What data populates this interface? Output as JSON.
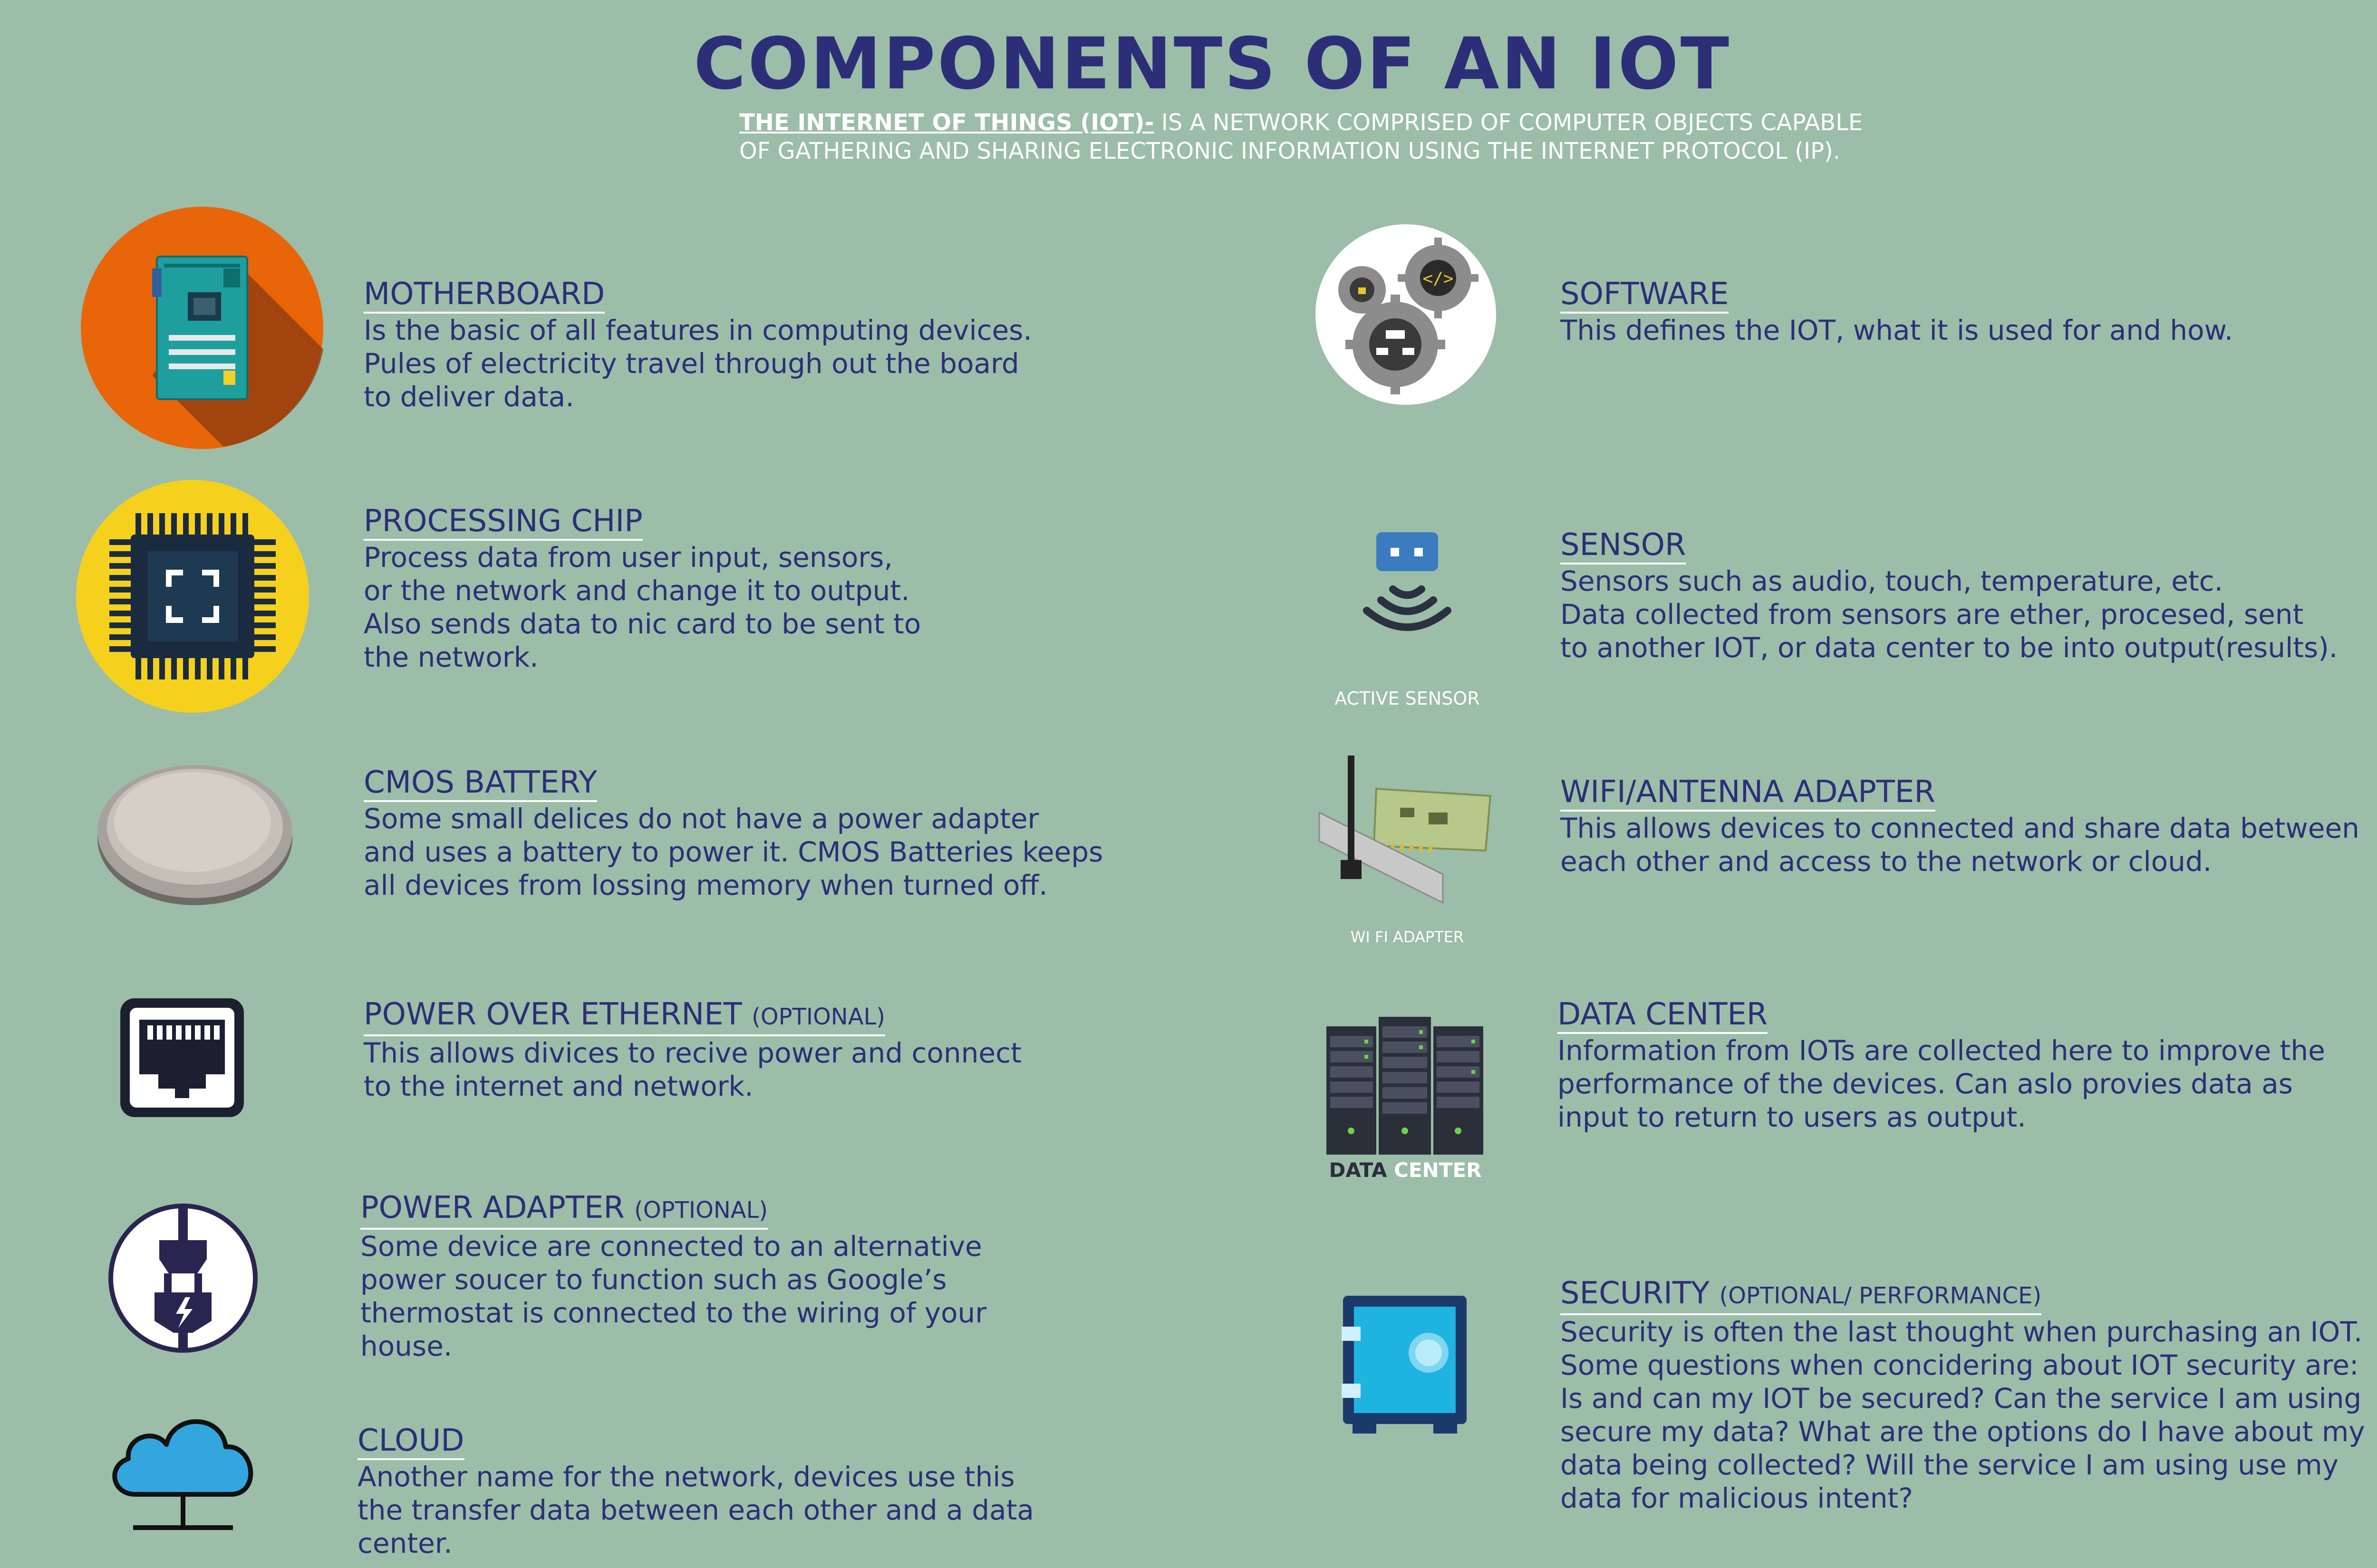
{
  "title": "COMPONENTS OF AN IOT",
  "intro": {
    "lead": "THE INTERNET OF THINGS (IOT)-",
    "text_line1": " IS A NETWORK COMPRISED OF COMPUTER OBJECTS CAPABLE",
    "text_line2": "OF GATHERING AND SHARING ELECTRONIC INFORMATION USING THE INTERNET PROTOCOL (IP)."
  },
  "left": [
    {
      "heading": "MOTHERBOARD",
      "optional": "",
      "icon": "motherboard-icon",
      "description": "Is the basic of all features in computing devices.\nPules of electricity travel through out the board\nto deliver data."
    },
    {
      "heading": "PROCESSING CHIP",
      "optional": "",
      "icon": "processing-chip-icon",
      "description": "Process data from user input, sensors,\nor the network and change it to output.\nAlso sends data to nic card to be sent to\nthe network."
    },
    {
      "heading": "CMOS BATTERY",
      "optional": "",
      "icon": "cmos-battery-icon",
      "description": "Some small  delices do not have a power adapter\nand uses a battery to power it. CMOS Batteries keeps\nall devices from lossing memory when turned off."
    },
    {
      "heading": "POWER OVER ETHERNET",
      "optional": "(OPTIONAL)",
      "icon": "ethernet-port-icon",
      "description": "This allows divices to recive power and connect\nto the internet and network."
    },
    {
      "heading": "POWER ADAPTER",
      "optional": "(OPTIONAL)",
      "icon": "power-plug-icon",
      "description": "Some device are connected to an alternative\npower soucer to function such as Google’s\nthermostat is connected to the wiring of your\nhouse."
    },
    {
      "heading": "CLOUD",
      "optional": "",
      "icon": "cloud-icon",
      "description": "Another name for the network, devices use this\nthe transfer data between each other and a data\ncenter."
    }
  ],
  "right": [
    {
      "heading": "SOFTWARE",
      "optional": "",
      "icon": "gears-icon",
      "description": "This defines the IOT, what it is used for and how."
    },
    {
      "heading": "SENSOR",
      "optional": "",
      "icon": "active-sensor-icon",
      "description": "Sensors such as audio, touch, temperature, etc.\nData collected from sensors are ether, procesed, sent\nto another IOT, or data center to be into output(results)."
    },
    {
      "heading": "WIFI/ANTENNA ADAPTER",
      "optional": "",
      "icon": "wifi-adapter-icon",
      "description": "This allows devices to connected and share data between\neach other and access to the network or cloud."
    },
    {
      "heading": "DATA CENTER",
      "optional": "",
      "icon": "data-center-icon",
      "description": "Information from IOTs are collected here to improve the\nperformance of the devices. Can aslo provies data as\ninput to return to users as output."
    },
    {
      "heading": "SECURITY",
      "optional": "(OPTIONAL/ PERFORMANCE)",
      "icon": "safe-icon",
      "description": "Security is often the last thought when purchasing an IOT.\nSome questions when conciderіng about IOT security are:\nIs and can my IOT be secured? Can the service I am using\nsecure my data? What are the options do I have about my\ndata being collected? Will the service I am using use my\ndata for malicious intent?"
    }
  ],
  "captions": {
    "sensor": "ACTIVE SENSOR",
    "wifi": "WI FI ADAPTER",
    "datacenter_a": "DATA",
    "datacenter_b": "CENTER"
  },
  "colors": {
    "background": "#9cbda8",
    "title": "#2c2f78",
    "text": "#2c2f78"
  }
}
